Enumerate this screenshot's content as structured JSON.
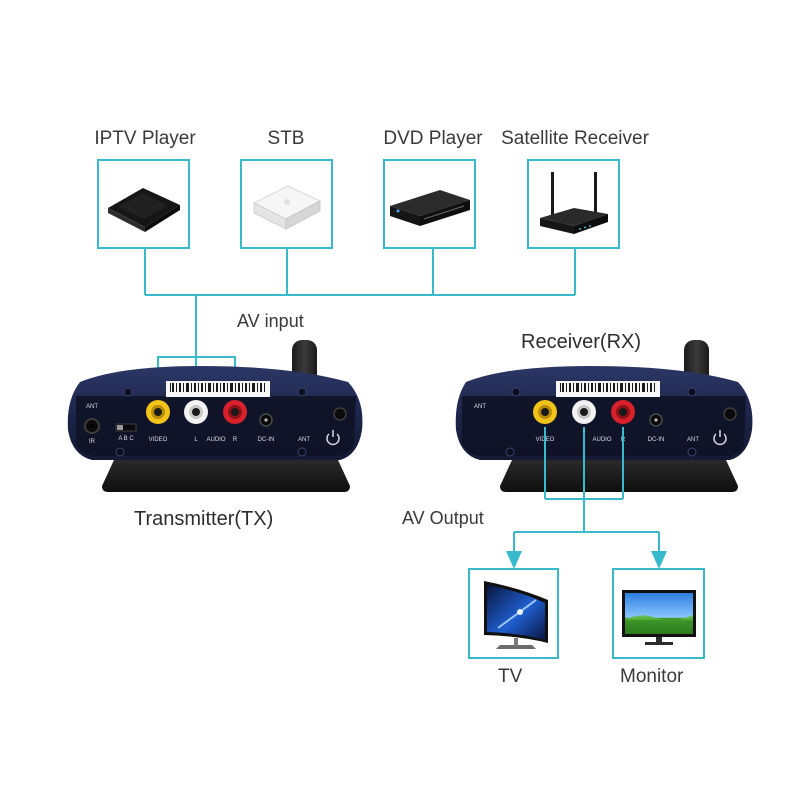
{
  "sources": [
    {
      "label": "IPTV Player"
    },
    {
      "label": "STB"
    },
    {
      "label": "DVD Player"
    },
    {
      "label": "Satellite Receiver"
    }
  ],
  "av_input_label": "AV input",
  "receiver_title": "Receiver(RX)",
  "transmitter_title": "Transmitter(TX)",
  "av_output_label": "AV Output",
  "outputs": [
    {
      "label": "TV"
    },
    {
      "label": "Monitor"
    }
  ],
  "transmitter_panel": {
    "ant_top": "ANT",
    "ir": "IR",
    "switch": "A B C",
    "video": "VIDEO",
    "audio_l": "L",
    "audio": "AUDIO",
    "audio_r": "R",
    "dc_in": "DC-IN",
    "ant": "ANT"
  },
  "receiver_panel": {
    "ant_top": "ANT",
    "video": "VIDEO",
    "audio": "AUDIO",
    "audio_r": "R",
    "dc_in": "DC-IN",
    "ant": "ANT"
  },
  "colors": {
    "connector": "#39b9cc",
    "device_body": "#1f2a52",
    "video_jack": "#f2c318",
    "white_jack": "#f4f4f4",
    "red_jack": "#d9212c"
  }
}
